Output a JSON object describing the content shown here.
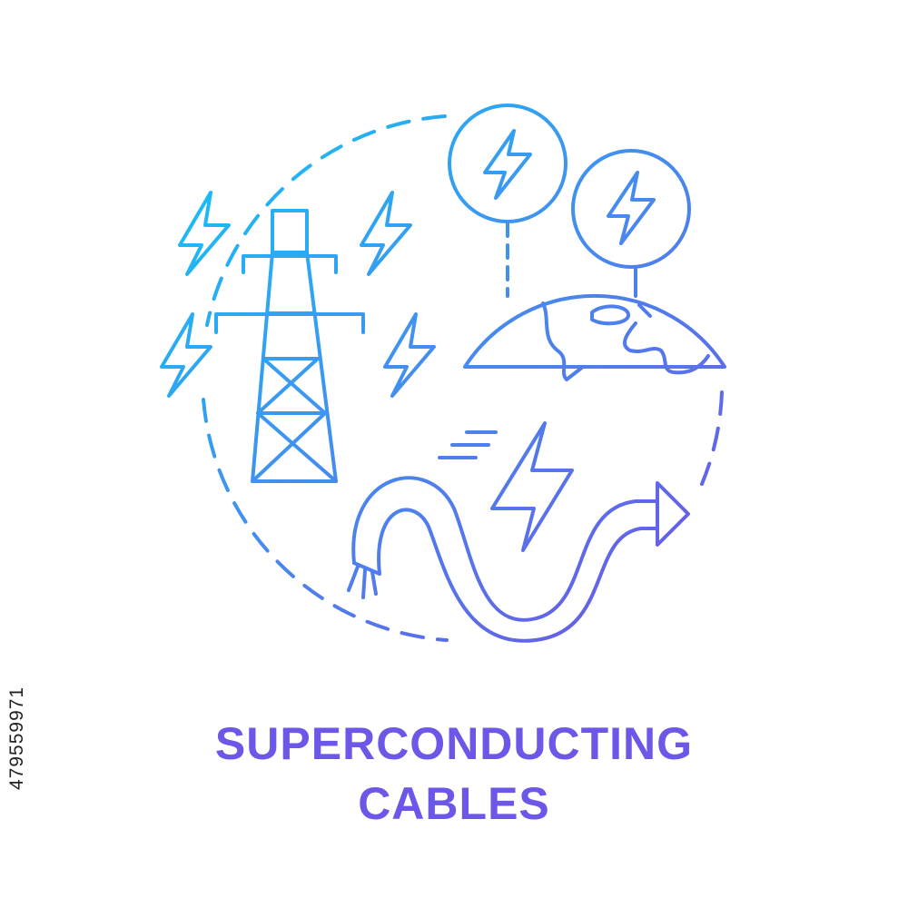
{
  "illustration": {
    "title_lines": [
      "SUPERCONDUCTING",
      "CABLES"
    ],
    "stock_id": "479559971",
    "colors": {
      "gradient_start": "#18bff5",
      "gradient_mid": "#4a86ee",
      "gradient_end": "#6f52e6",
      "title": "#6b57e8",
      "background": "#ffffff"
    },
    "icons": [
      "transmission-tower-icon",
      "lightning-bolt-icon",
      "energy-circle-icon",
      "globe-icon",
      "cable-icon",
      "arrow-icon",
      "dashed-circle-frame"
    ]
  }
}
